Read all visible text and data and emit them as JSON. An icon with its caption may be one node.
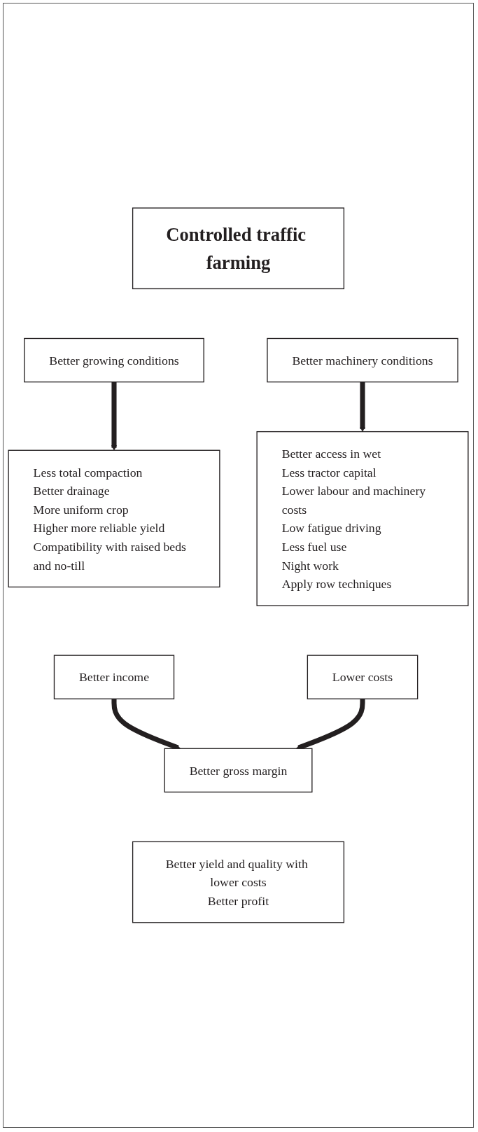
{
  "diagram": {
    "nodes": [
      {
        "text": [
          "Controlled traffic farming"
        ]
      },
      {
        "text": [
          "Better growing conditions"
        ]
      },
      {
        "text": [
          "Better machinery conditions"
        ]
      },
      {
        "text": [
          "Less total compaction",
          "Better drainage",
          "More uniform crop",
          "Higher more reliable yield",
          "Compatibility with raised beds and no-till"
        ]
      },
      {
        "text": [
          "Better access in wet",
          "Less tractor capital",
          "Lower labour and machinery costs",
          "Low fatigue driving",
          "Less fuel use",
          "Night work",
          "Apply row techniques"
        ]
      },
      {
        "text": [
          "Better income"
        ]
      },
      {
        "text": [
          "Lower costs"
        ]
      },
      {
        "text": [
          "Better gross margin"
        ]
      },
      {
        "text": [
          "Better yield and quality with lower costs",
          "Better profit"
        ]
      }
    ],
    "edges": [
      {
        "from": 1,
        "to": 3,
        "arrow": "to"
      },
      {
        "from": 2,
        "to": 4,
        "arrow": "to"
      },
      {
        "from": 5,
        "to": 7,
        "arrow": "to"
      },
      {
        "from": 6,
        "to": 7,
        "arrow": "to"
      }
    ]
  }
}
